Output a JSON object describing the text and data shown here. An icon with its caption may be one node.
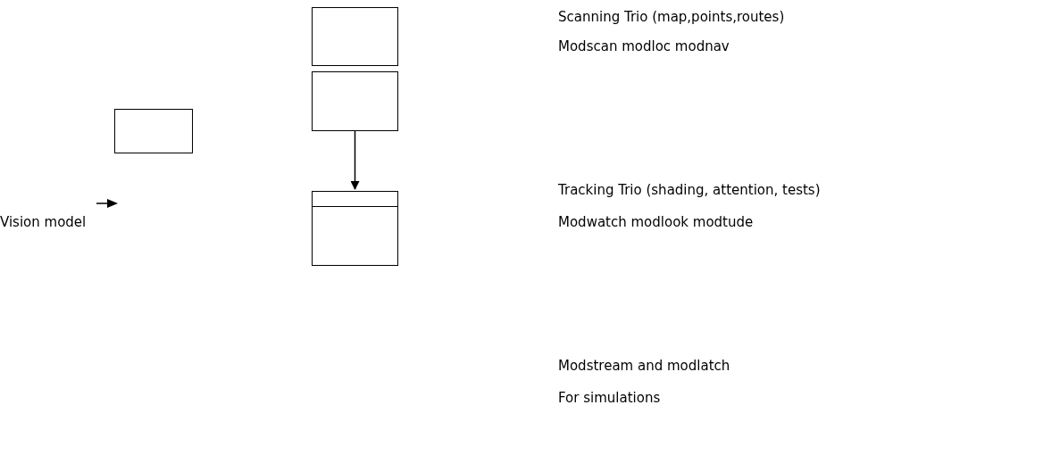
{
  "diagram": {
    "nodes": [
      {
        "text": [],
        "shape": "box"
      },
      {
        "text": [],
        "shape": "box"
      },
      {
        "text": [],
        "shape": "box"
      },
      {
        "text": [],
        "shape": "box"
      }
    ],
    "edges": [
      {
        "from": 2,
        "to": 3,
        "arrow": "to"
      }
    ],
    "labels": [
      "Scanning Trio (map,points,routes)",
      "Modscan modloc modnav",
      "Tracking Trio (shading, attention, tests)",
      "Vision model",
      "Modwatch modlook modtude",
      "Modstream and modlatch",
      "For simulations"
    ]
  }
}
